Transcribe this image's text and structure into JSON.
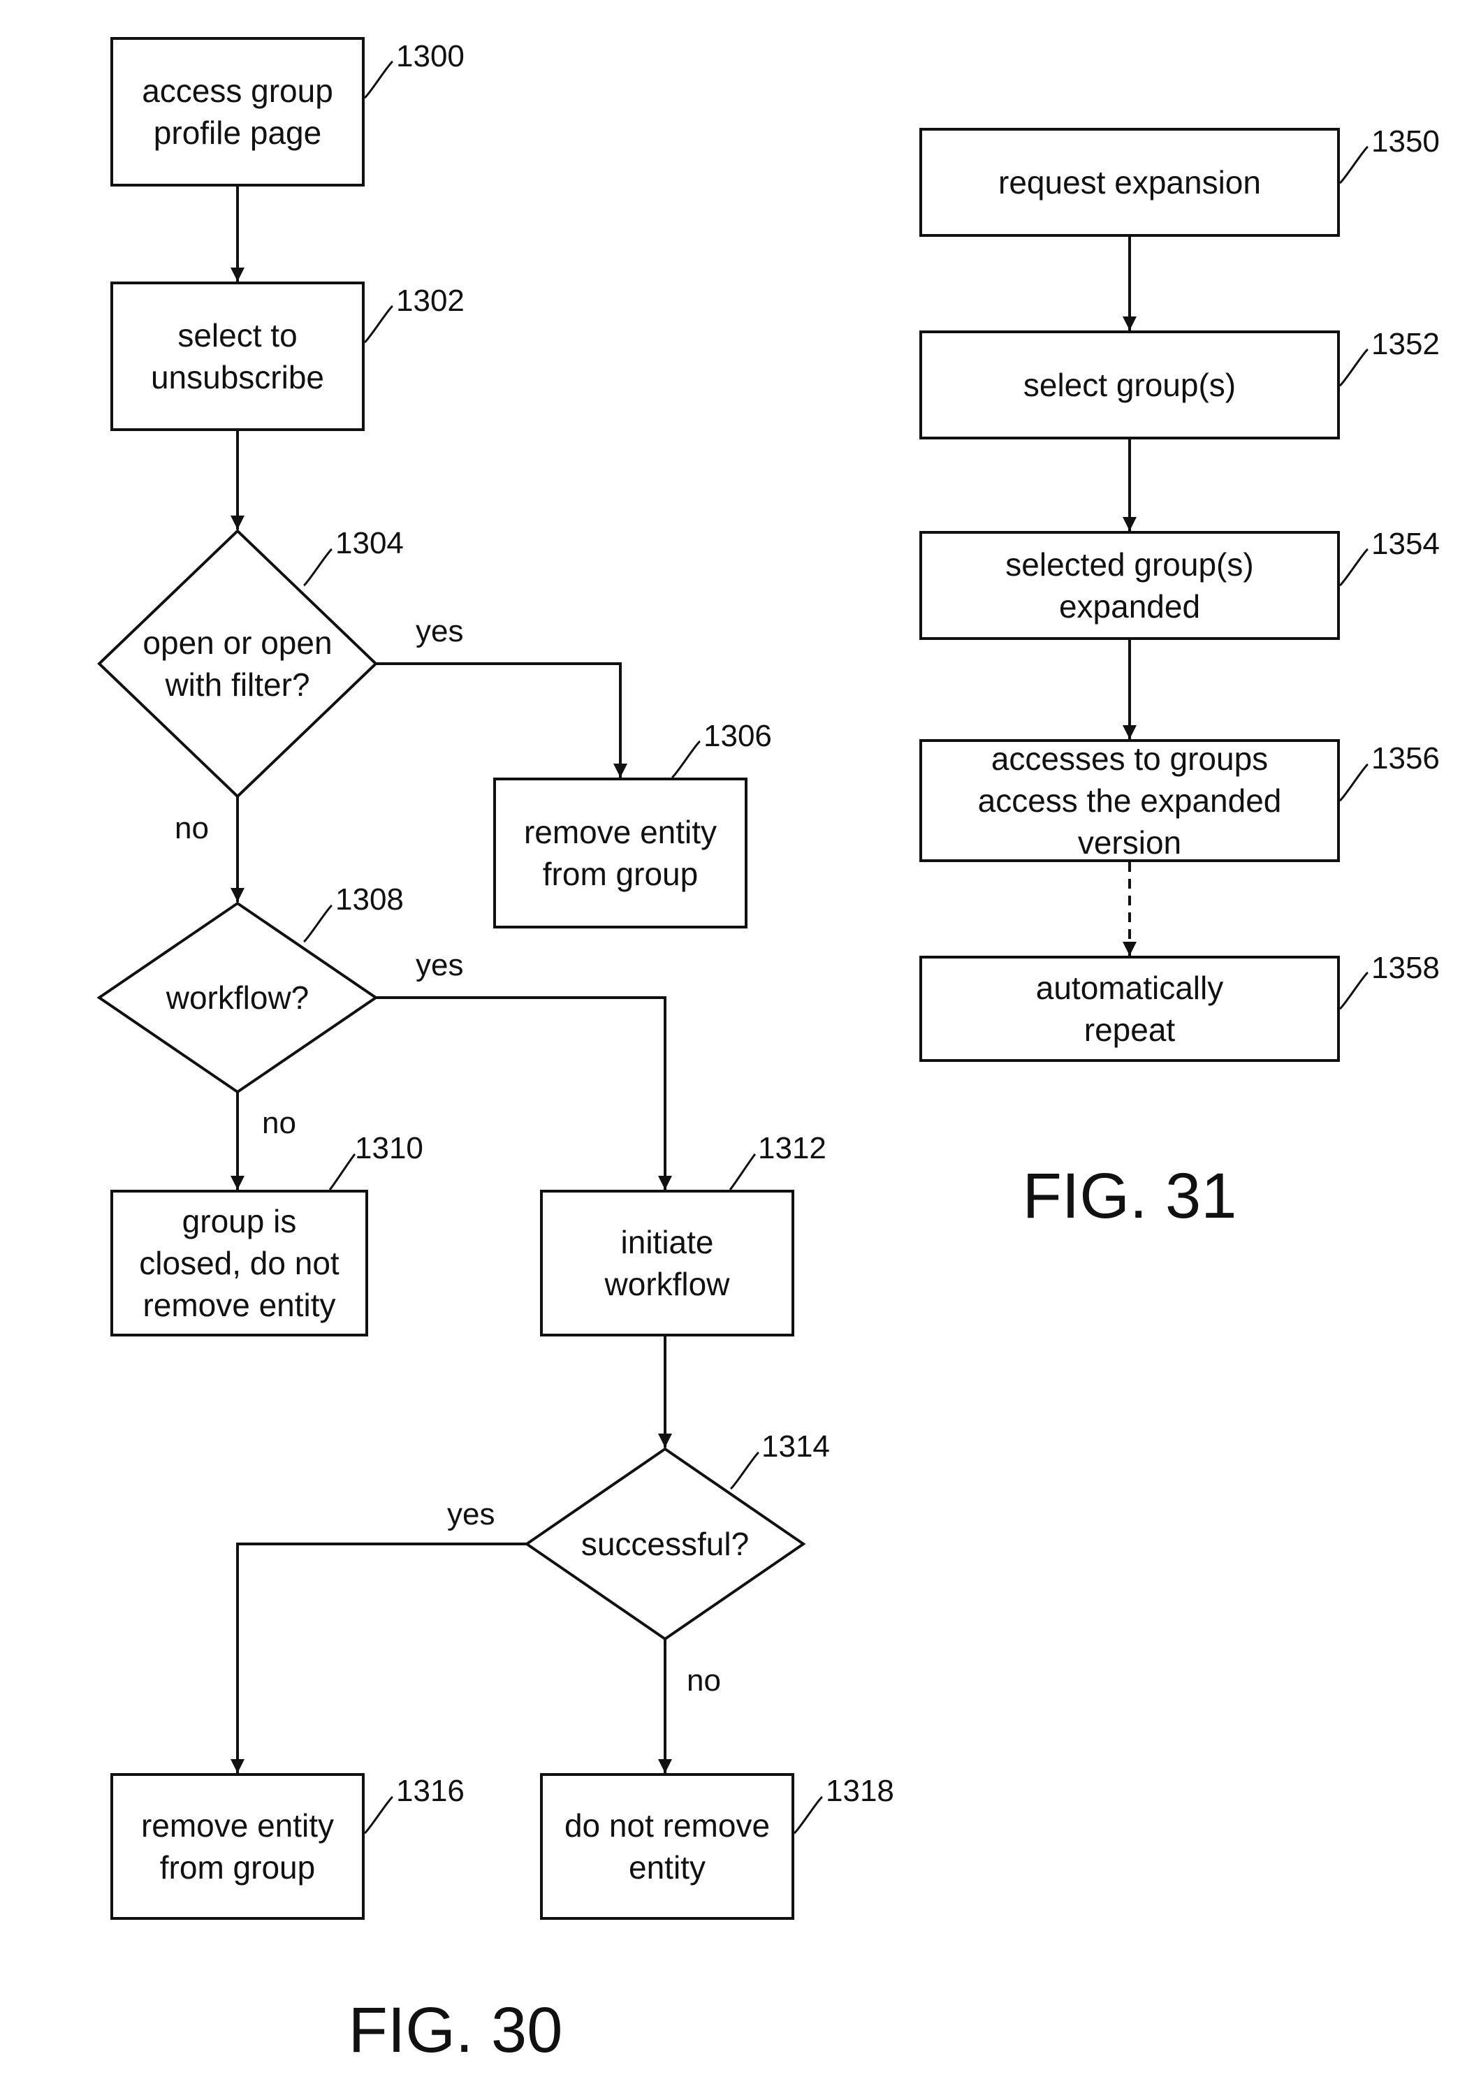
{
  "figures": {
    "fig30_label": "FIG. 30",
    "fig31_label": "FIG. 31"
  },
  "nodes": {
    "n1300": {
      "ref": "1300",
      "lines": [
        "access group",
        "profile page"
      ]
    },
    "n1302": {
      "ref": "1302",
      "lines": [
        "select to",
        "unsubscribe"
      ]
    },
    "n1304": {
      "ref": "1304",
      "lines": [
        "open or open",
        "with filter?"
      ]
    },
    "n1306": {
      "ref": "1306",
      "lines": [
        "remove entity",
        "from group"
      ]
    },
    "n1308": {
      "ref": "1308",
      "lines": [
        "workflow?"
      ]
    },
    "n1310": {
      "ref": "1310",
      "lines": [
        "group is",
        "closed, do not",
        "remove entity"
      ]
    },
    "n1312": {
      "ref": "1312",
      "lines": [
        "initiate",
        "workflow"
      ]
    },
    "n1314": {
      "ref": "1314",
      "lines": [
        "successful?"
      ]
    },
    "n1316": {
      "ref": "1316",
      "lines": [
        "remove entity",
        "from group"
      ]
    },
    "n1318": {
      "ref": "1318",
      "lines": [
        "do not remove",
        "entity"
      ]
    },
    "n1350": {
      "ref": "1350",
      "lines": [
        "request expansion"
      ]
    },
    "n1352": {
      "ref": "1352",
      "lines": [
        "select group(s)"
      ]
    },
    "n1354": {
      "ref": "1354",
      "lines": [
        "selected group(s)",
        "expanded"
      ]
    },
    "n1356": {
      "ref": "1356",
      "lines": [
        "accesses to groups",
        "access the expanded",
        "version"
      ]
    },
    "n1358": {
      "ref": "1358",
      "lines": [
        "automatically",
        "repeat"
      ]
    }
  },
  "branches": {
    "b1304_yes": "yes",
    "b1304_no": "no",
    "b1308_yes": "yes",
    "b1308_no": "no",
    "b1314_yes": "yes",
    "b1314_no": "no"
  }
}
